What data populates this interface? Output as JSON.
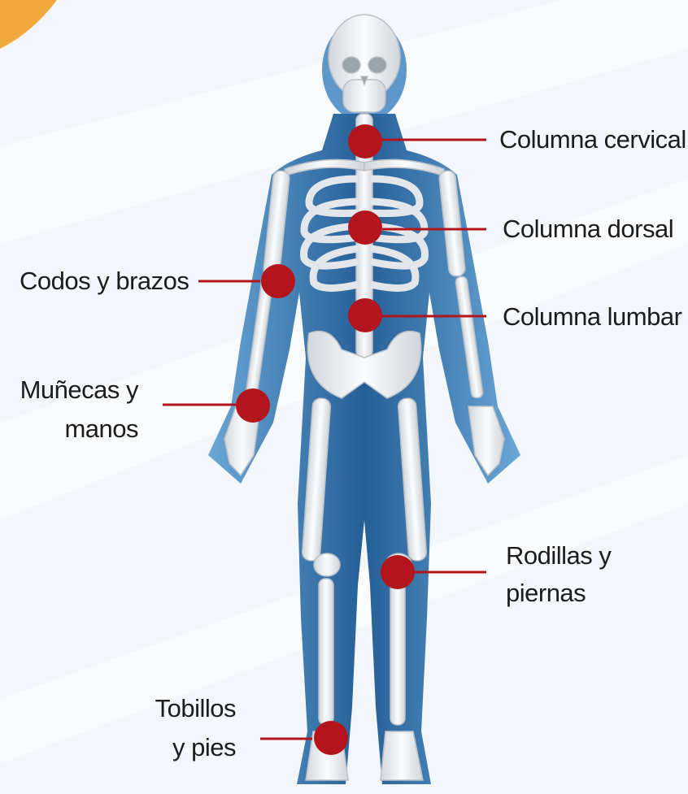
{
  "labels": {
    "cervical": "Columna cervical",
    "dorsal": "Columna dorsal",
    "lumbar": "Columna lumbar",
    "codos": "Codos y brazos",
    "munecas_l1": "Muñecas y",
    "munecas_l2": "manos",
    "rodillas_l1": "Rodillas y",
    "rodillas_l2": "piernas",
    "tobillos_l1": "Tobillos",
    "tobillos_l2": "y pies"
  },
  "colors": {
    "marker": "#b3151d",
    "leader_line": "#b3151d",
    "body_silhouette": "#2f6ea6",
    "bone": "#e9ecef",
    "background": "#f3f6fb"
  }
}
